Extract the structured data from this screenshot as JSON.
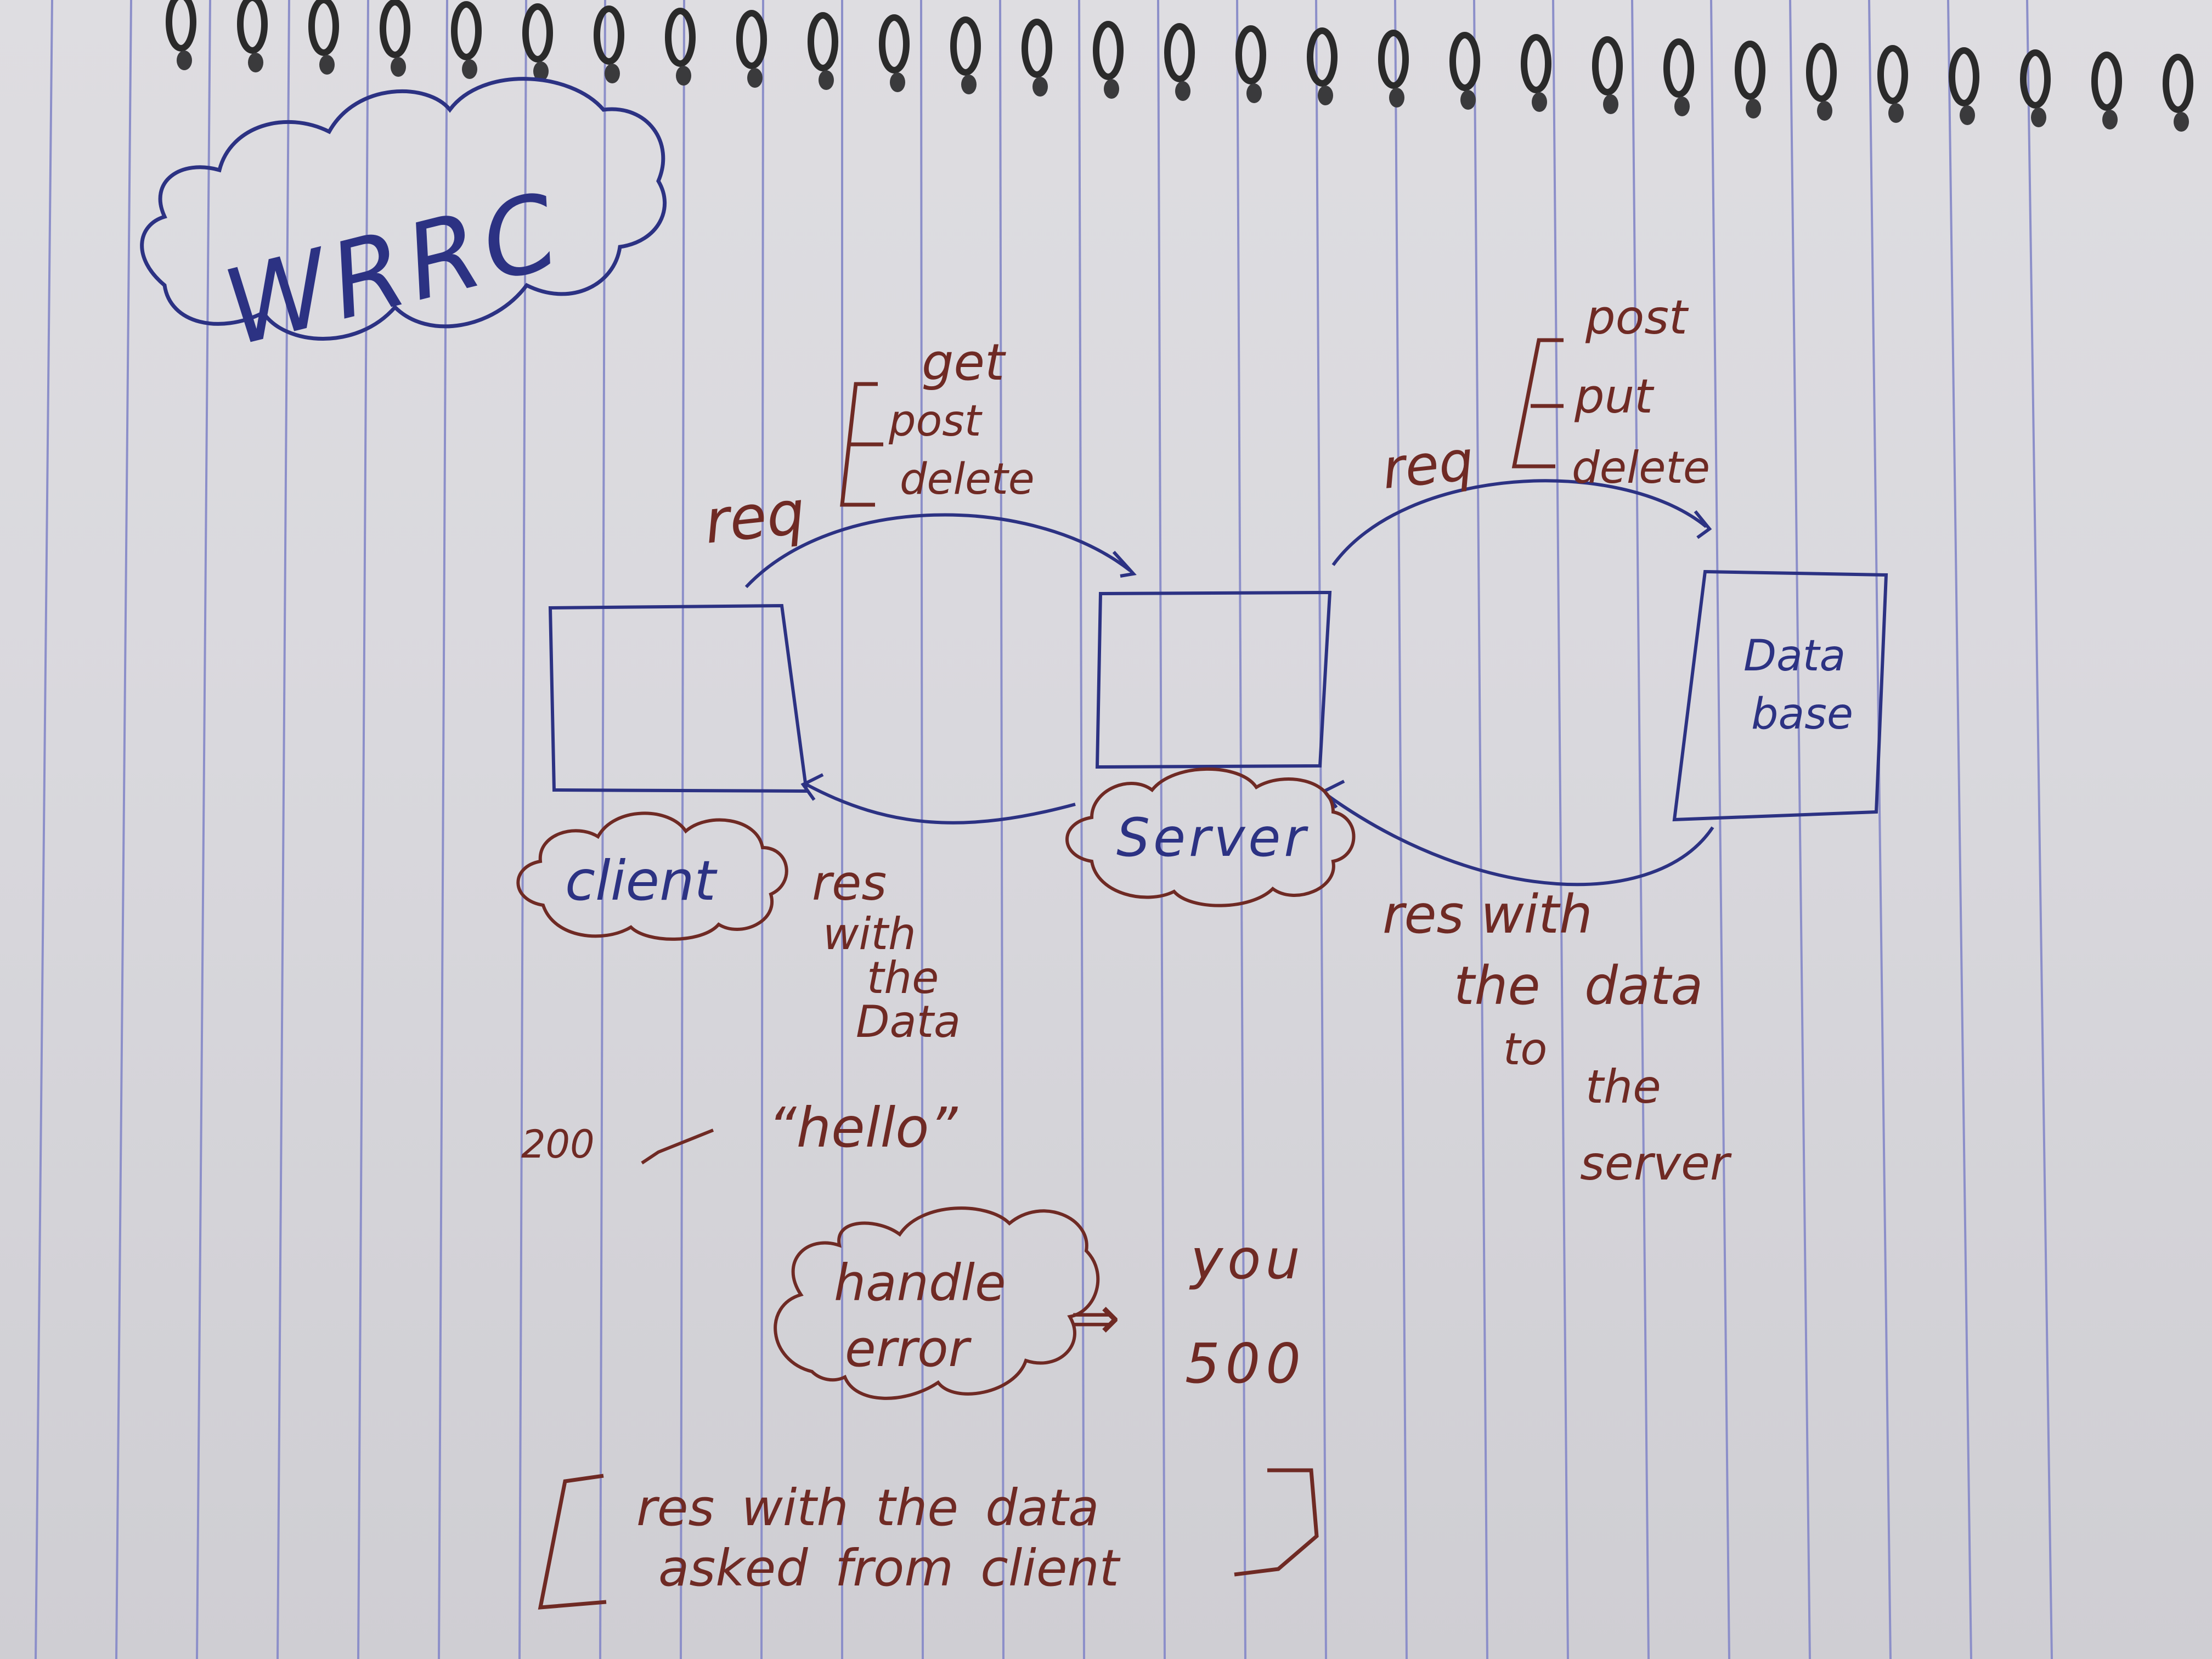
{
  "diagram": {
    "title": "WRRC",
    "nodes": {
      "client": {
        "label": "client"
      },
      "server": {
        "label": "Server"
      },
      "database": {
        "label_line1": "Data",
        "label_line2": "base"
      }
    },
    "edges": {
      "client_to_server": {
        "label": "req",
        "methods": [
          "get",
          "post",
          "delete"
        ]
      },
      "server_to_database": {
        "label": "req",
        "methods": [
          "post",
          "put",
          "delete"
        ]
      },
      "server_to_client": {
        "lines": [
          "res",
          "with",
          "the",
          "Data"
        ]
      },
      "database_to_server": {
        "lines": [
          "res with",
          "the data",
          "to",
          "the",
          "server"
        ]
      }
    },
    "notes": {
      "status_ok": {
        "code": "200",
        "message": "“hello”"
      },
      "error": {
        "label_line1": "handle",
        "label_line2": "error",
        "arrow": "⇒",
        "result_line1": "you",
        "result_line2": "500"
      },
      "summary": {
        "line1": "res with the data",
        "line2": "asked from client"
      }
    },
    "colors": {
      "paper": "#dedde1",
      "rule_line": "#8c8fc9",
      "blue_ink": "#2c3283",
      "red_ink": "#6f2a24",
      "spiral": "#2a2a2a"
    }
  }
}
